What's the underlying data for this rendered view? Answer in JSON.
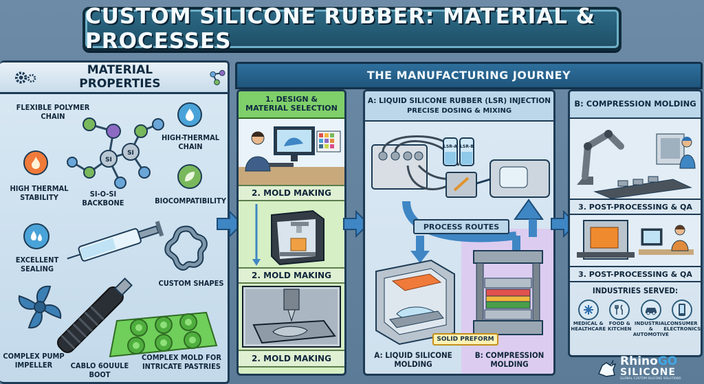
{
  "title": "CUSTOM SILICONE RUBBER: MATERIAL & PROCESSES",
  "material": {
    "heading": "MATERIAL PROPERTIES",
    "labels": {
      "flexible": "FLEXIBLE POLYMER CHAIN",
      "high_thermal_chain": "HIGH-THERMAL CHAIN",
      "high_thermal_stability": "HIGH THERMAL STABILITY",
      "backbone": "SI-O-SI BACKBONE",
      "biocompat": "BIOCOMPATIBILITY",
      "sealing": "EXCELLENT SEALING",
      "custom_shapes": "CUSTOM SHAPES",
      "impeller": "COMPLEX PUMP IMPELLER",
      "boot": "CABLO 6OUULE BOOT",
      "mold": "COMPLEX MOLD FOR INTRICATE PASTRIES"
    },
    "atom_label": "SI"
  },
  "journey": {
    "heading": "THE MANUFACTURING JOURNEY",
    "design": {
      "heading": "1. DESIGN & MATERIAL SELECTION",
      "steps": [
        "2. MOLD MAKING",
        "2. MOLD MAKING",
        "2. MOLD MAKING"
      ]
    },
    "lsr": {
      "heading": "A: LIQUID SILICONE RUBBER (LSR) INJECTION",
      "subheading": "PRECISE DOSING & MIXING",
      "tank_a": "LSR-A",
      "tank_b": "LSR-B",
      "routes": "PROCESS ROUTES",
      "preform": "SOLID PREFORM",
      "liquid_label": "A: LIQUID SILICONE MOLDING",
      "compression_label": "B: COMPRESSION MOLDING"
    },
    "compression": {
      "heading": "B: COMPRESSION MOLDING",
      "post1": "3. POST-PROCESSING & QA",
      "post2": "3. POST-PROCESSING & QA",
      "industries_heading": "INDUSTRIES SERVED:",
      "industries": [
        {
          "label": "MEDICAL & HEALTHCARE",
          "icon": "medical-icon"
        },
        {
          "label": "FOOD & KITCHEN",
          "icon": "fork-knife-icon"
        },
        {
          "label": "INDUSTRIAL & AUTOMOTIVE",
          "icon": "car-icon"
        },
        {
          "label": "CONSUMER ELECTRONICS",
          "icon": "phone-icon"
        }
      ]
    }
  },
  "logo": {
    "brand_a": "Rhino",
    "brand_b": "GO",
    "brand_c": "SILICONE",
    "tagline": "GLOBAL CUSTOM SILICONE SOLUTIONS"
  },
  "colors": {
    "accent_blue": "#3f86c4",
    "green_panel": "#d6efc4",
    "lavender_panel": "#dccdf0",
    "dark_outline": "#1d3b55"
  }
}
